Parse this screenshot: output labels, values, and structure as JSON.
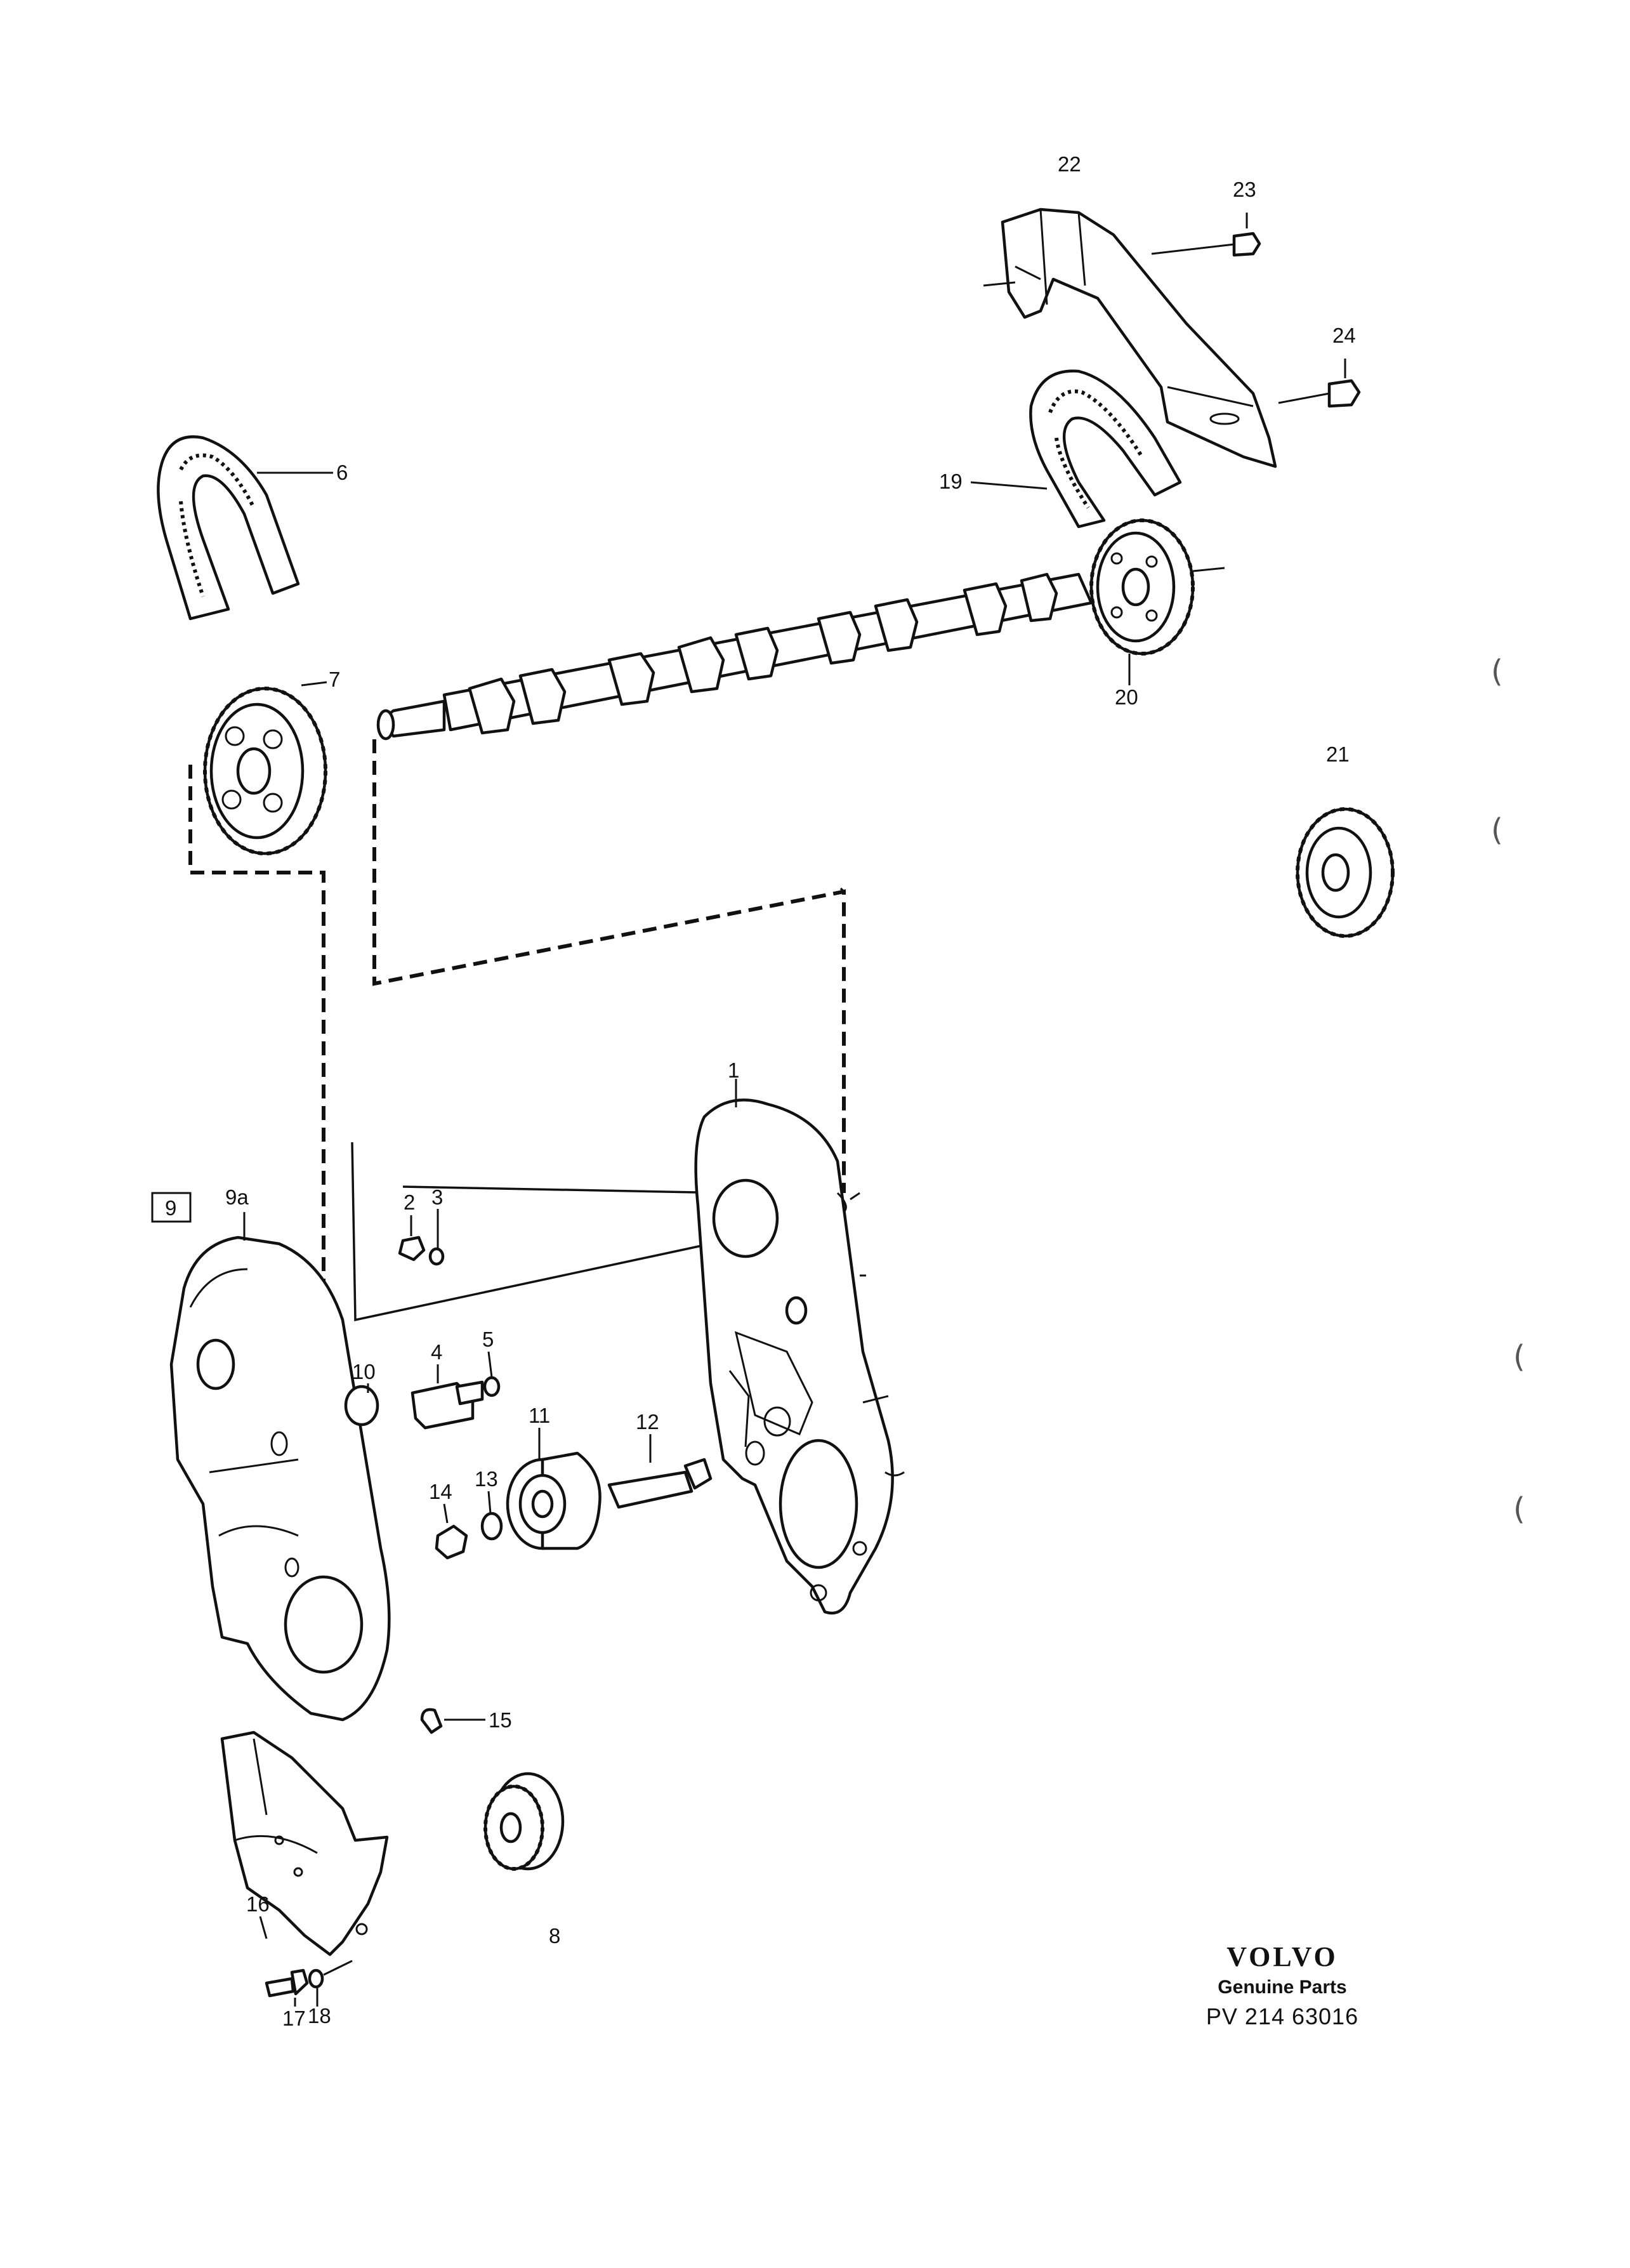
{
  "callouts": [
    "1",
    "2",
    "3",
    "4",
    "5",
    "6",
    "7",
    "8",
    "9",
    "9a",
    "10",
    "11",
    "12",
    "13",
    "14",
    "15",
    "16",
    "17",
    "18",
    "19",
    "20",
    "21",
    "22",
    "23",
    "24"
  ],
  "box_label": "9",
  "brand": {
    "logo": "VOLVO",
    "subtitle": "Genuine Parts",
    "code": "PV 214  63016"
  },
  "margin_marks": [
    "(",
    "(",
    "(",
    "("
  ]
}
